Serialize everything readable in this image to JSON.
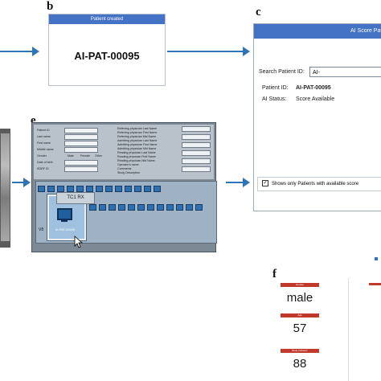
{
  "panels": {
    "b": {
      "letter": "b",
      "header": "Patient created",
      "patient_id": "AI-PAT-00095"
    },
    "c": {
      "letter": "c",
      "header": "AI Score Pat",
      "search_label": "Search Patient ID:",
      "search_value": "AI-",
      "patient_id_label": "Patient ID:",
      "patient_id_value": "AI-PAT-00095",
      "ai_status_label": "AI Status:",
      "ai_status_value": "Score Available",
      "checkbox_label": "Shows only Patients with available score",
      "checkbox_checked": true
    },
    "e": {
      "letter": "e",
      "popup_title": "TC1 RX",
      "popup_patient_id": "AI-PAT-00095",
      "dock_label": "V8",
      "form_labels": [
        "Patient ID",
        "Last name",
        "First name",
        "Middle name",
        "Gender",
        "Date of birth",
        "IS3RF ID"
      ],
      "gender_options": [
        "Male",
        "Female",
        "Other"
      ],
      "physician_labels": [
        "Referring physician Last Name",
        "Referring physician First Name",
        "Referring physician Mid Name",
        "Admitting physician Last Name",
        "Admitting physician First Name",
        "Admitting physician Mid Name",
        "Reading physician Last Name",
        "Reading physician First Name",
        "Reading physician Mid Name",
        "Operator's name",
        "Comments",
        "Study Description"
      ]
    },
    "f": {
      "letter": "f",
      "cards": [
        {
          "label": "Gender",
          "value": "male"
        },
        {
          "label": "Age",
          "value": "57"
        },
        {
          "label": "Body Indicator",
          "value": "88"
        }
      ]
    }
  },
  "colors": {
    "arrow": "#2e75b6",
    "header_blue": "#4472c4",
    "card_red": "#c0392b"
  }
}
